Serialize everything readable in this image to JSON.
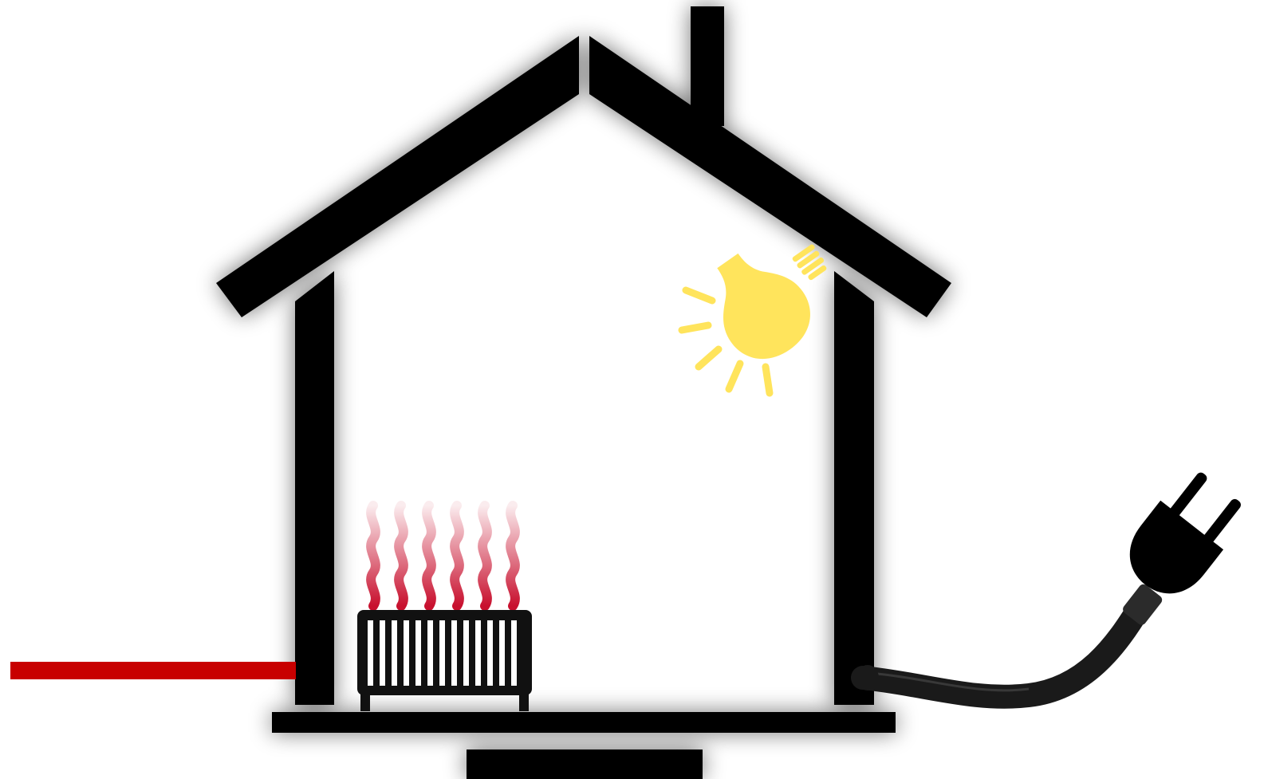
{
  "diagram": {
    "elements": {
      "house": {
        "icon": "house-outline-icon"
      },
      "chimney": {
        "icon": "chimney-icon"
      },
      "light_bulb": {
        "icon": "light-bulb-icon",
        "state": "on"
      },
      "radiator": {
        "icon": "radiator-icon",
        "state": "heating"
      },
      "heat_waves": {
        "icon": "heat-waves-icon",
        "count": 6
      },
      "power_plug": {
        "icon": "power-plug-icon"
      },
      "heat_loss_line": {
        "icon": "heat-loss-line"
      }
    },
    "colors": {
      "structure": "#000000",
      "bulb": "#FFE45C",
      "heat": "#C8102E",
      "heat_line": "#C80000",
      "cable": "#1a1a1a",
      "background": "#FFFFFF"
    }
  }
}
